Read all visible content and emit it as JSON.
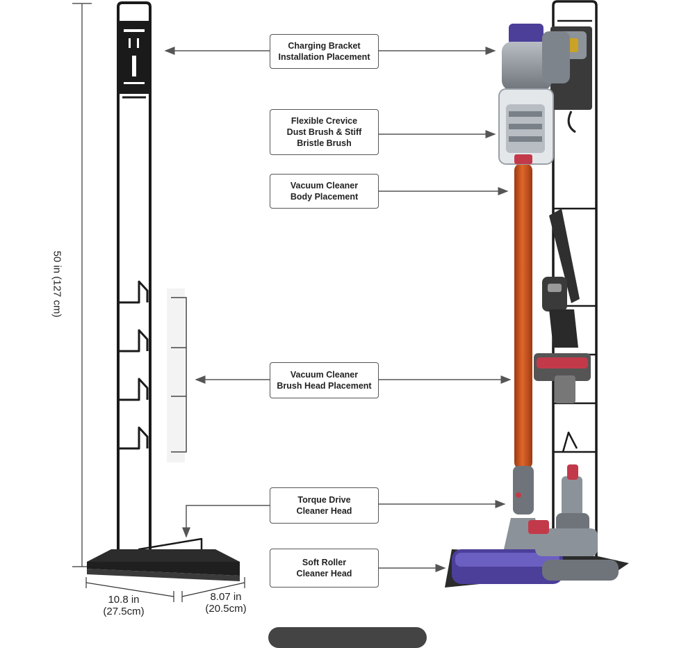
{
  "labels": [
    {
      "id": "charging",
      "lines": [
        "Charging Bracket",
        "Installation Placement"
      ]
    },
    {
      "id": "crevice",
      "lines": [
        "Flexible Crevice",
        "Dust Brush & Stiff",
        "Bristle Brush"
      ]
    },
    {
      "id": "body",
      "lines": [
        "Vacuum Cleaner",
        "Body Placement"
      ]
    },
    {
      "id": "brushhead",
      "lines": [
        "Vacuum Cleaner",
        "Brush Head Placement"
      ]
    },
    {
      "id": "torque",
      "lines": [
        "Torque Drive",
        "Cleaner Head"
      ]
    },
    {
      "id": "softroller",
      "lines": [
        "Soft Roller",
        "Cleaner Head"
      ]
    }
  ],
  "dimensions": {
    "height": "50 in (127 cm)",
    "width_in": "10.8 in",
    "width_cm": "(27.5cm)",
    "depth_in": "8.07 in",
    "depth_cm": "(20.5cm)"
  },
  "colors": {
    "frame": "#1a1a1a",
    "wand": "#c4501c",
    "vacuum_body": "#8a8f96",
    "purple": "#4b3f9a",
    "arrow": "#555555"
  }
}
